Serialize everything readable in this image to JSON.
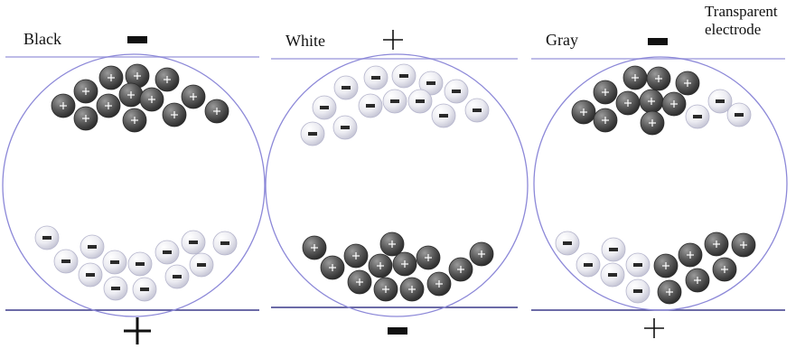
{
  "annotation": {
    "line1": "Transparent",
    "line2": "electrode"
  },
  "cells": [
    {
      "label": "Black",
      "top_sign": "minus",
      "bottom_sign": "plus",
      "top_particles": "positive (black)",
      "bottom_particles": "negative (white)"
    },
    {
      "label": "White",
      "top_sign": "plus",
      "bottom_sign": "minus",
      "top_particles": "negative (white)",
      "bottom_particles": "positive (black)"
    },
    {
      "label": "Gray",
      "top_sign": "minus",
      "bottom_sign": "plus",
      "top_particles": "mixed",
      "bottom_particles": "mixed"
    }
  ],
  "colors": {
    "circle_stroke": "#8c88d8",
    "top_electrode": "#a9a6e0",
    "bottom_electrode": "#3b3a8a",
    "black_particle": "#5a5a5a",
    "white_particle": "#e8e8f0"
  }
}
